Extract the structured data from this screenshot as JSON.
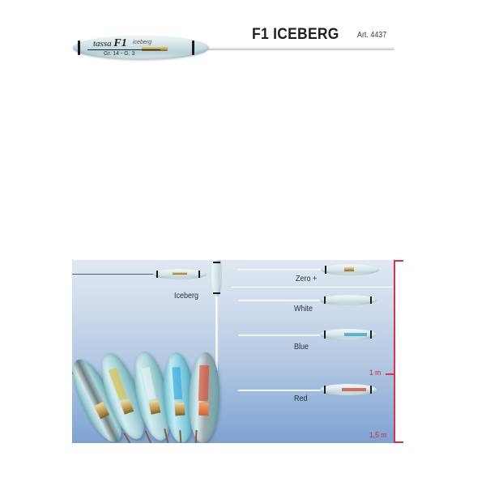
{
  "header": {
    "title": "F1 ICEBERG",
    "article": "Art. 4437"
  },
  "hero_float": {
    "brand": "tassa",
    "model": "F1",
    "model_sub": "iceberg",
    "spec": "Gr. 14 - G. 3"
  },
  "scene": {
    "colors": {
      "water_top": "#dfe8f2",
      "water_bottom": "#7ea3d2",
      "depth_scale": "#d9324b"
    },
    "floats": [
      {
        "label": "Iceberg"
      },
      {
        "label": "Zero +"
      },
      {
        "label": "White"
      },
      {
        "label": "Blue"
      },
      {
        "label": "Red"
      }
    ],
    "depth_scale": {
      "marks": [
        "1 m",
        "1,5 m"
      ]
    }
  }
}
